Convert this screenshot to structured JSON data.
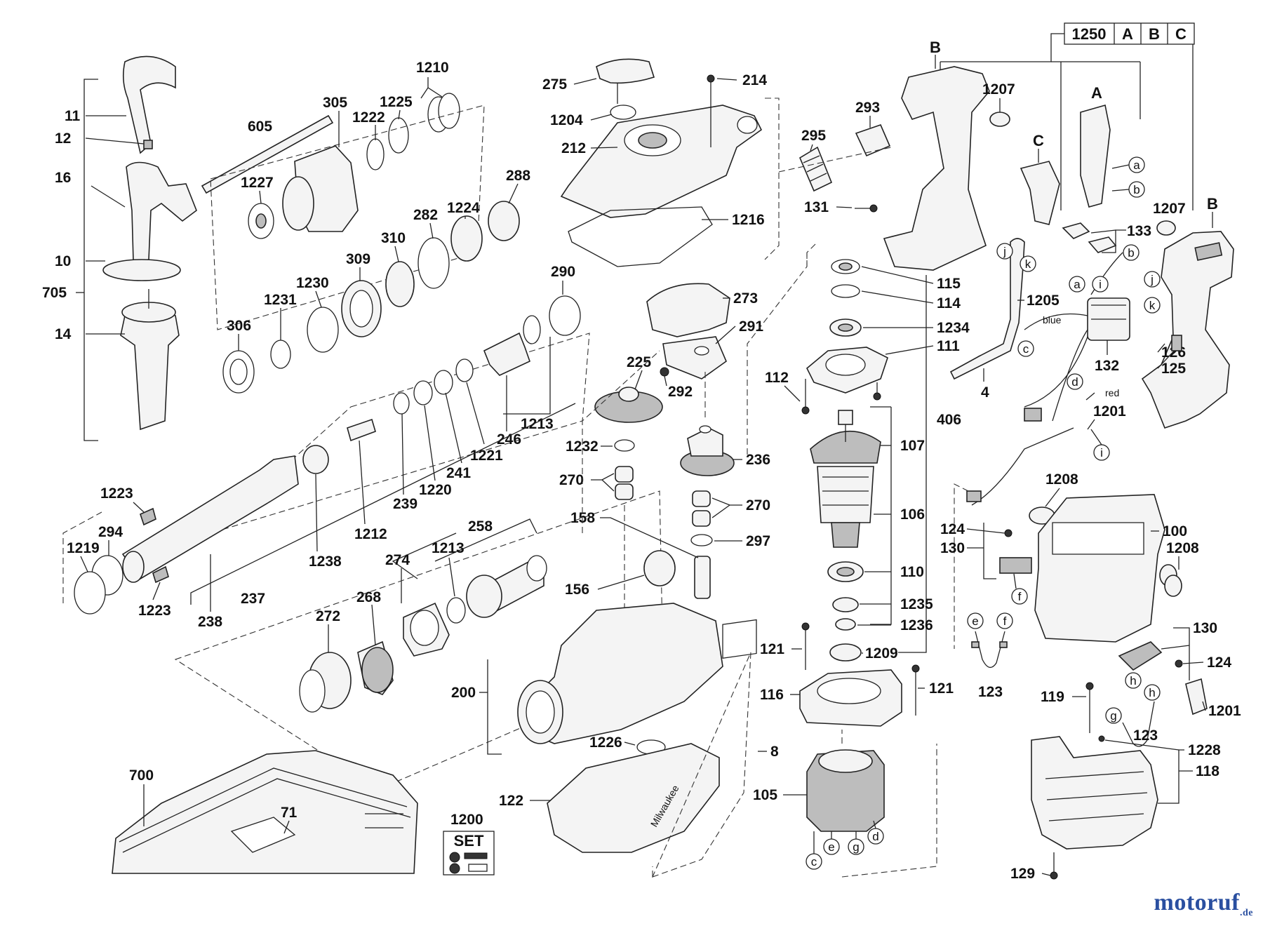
{
  "header_table": [
    "1250",
    "A",
    "B",
    "C"
  ],
  "labels": {
    "l11": "11",
    "l12": "12",
    "l16": "16",
    "l10": "10",
    "l705": "705",
    "l14": "14",
    "l605": "605",
    "l305": "305",
    "l1222": "1222",
    "l1225": "1225",
    "l1210": "1210",
    "l1227": "1227",
    "l288": "288",
    "l282": "282",
    "l1224": "1224",
    "l310": "310",
    "l309": "309",
    "l1230": "1230",
    "l1231": "1231",
    "l306": "306",
    "l290": "290",
    "l1213a": "1213",
    "l246": "246",
    "l1221": "1221",
    "l241": "241",
    "l1220": "1220",
    "l239": "239",
    "l1212": "1212",
    "l1238": "1238",
    "l237": "237",
    "l238": "238",
    "l1223a": "1223",
    "l1223b": "1223",
    "l294": "294",
    "l1219": "1219",
    "l258": "258",
    "l1213b": "1213",
    "l274": "274",
    "l268": "268",
    "l272": "272",
    "l156": "156",
    "l158": "158",
    "l275": "275",
    "l214": "214",
    "l1204": "1204",
    "l212": "212",
    "l1216": "1216",
    "l273": "273",
    "l291": "291",
    "l225": "225",
    "l292": "292",
    "l236": "236",
    "l1232": "1232",
    "l270a": "270",
    "l270b": "270",
    "l297": "297",
    "l200": "200",
    "l1226": "1226",
    "l122": "122",
    "l8": "8",
    "l295": "295",
    "l293": "293",
    "l131": "131",
    "l1207a": "1207",
    "l115": "115",
    "l114": "114",
    "l1234": "1234",
    "l111": "111",
    "l112": "112",
    "l406": "406",
    "l107": "107",
    "l106": "106",
    "l110": "110",
    "l1235": "1235",
    "l1236": "1236",
    "l121a": "121",
    "l1209": "1209",
    "l121b": "121",
    "l116": "116",
    "l105": "105",
    "l1205": "1205",
    "l4": "4",
    "l132": "132",
    "l126": "126",
    "l125": "125",
    "l133": "133",
    "l1207b": "1207",
    "l1201a": "1201",
    "l1208a": "1208",
    "l100": "100",
    "l1208b": "1208",
    "l124a": "124",
    "l130a": "130",
    "l130b": "130",
    "l124b": "124",
    "l1201b": "1201",
    "l123a": "123",
    "l123b": "123",
    "l119": "119",
    "l1228": "1228",
    "l118": "118",
    "l129": "129",
    "l700": "700",
    "l71": "71",
    "l1200": "1200",
    "lA": "A",
    "lB1": "B",
    "lB2": "B",
    "lC": "C"
  },
  "letters": {
    "a1": "a",
    "b1": "b",
    "a2": "a",
    "i1": "i",
    "b2": "b",
    "j1": "j",
    "k1": "k",
    "j2": "j",
    "k2": "k",
    "c1": "c",
    "d1": "d",
    "i2": "i",
    "f1": "f",
    "e1": "e",
    "f2": "f",
    "h1": "h",
    "h2": "h",
    "g1": "g",
    "c2": "c",
    "e2": "e",
    "g2": "g",
    "d2": "d"
  },
  "wire_labels": {
    "blue": "blue",
    "red": "red"
  },
  "set_badge": "SET",
  "brand_mark": "Milwaukee",
  "watermark": {
    "main": "motoruf",
    "tld": ".de"
  },
  "colors": {
    "watermark": "#2a4fa0",
    "ink": "#111111"
  }
}
